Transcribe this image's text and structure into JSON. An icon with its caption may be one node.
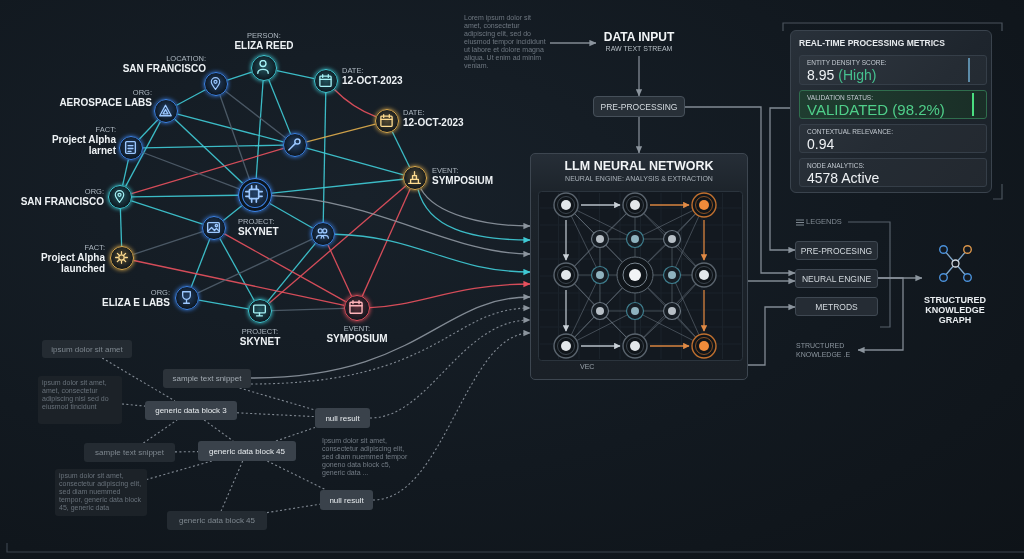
{
  "diagram": {
    "nodes": [
      {
        "text": [],
        "shape": "circle",
        "beside": [
          "PERSON:",
          "ELIZA REED"
        ]
      },
      {
        "text": [],
        "shape": "circle",
        "beside": [
          "LOCATION:",
          "SAN FRANCISCO"
        ]
      },
      {
        "text": [],
        "shape": "circle",
        "beside": [
          "DATE:",
          "12-OCT-2023"
        ]
      },
      {
        "text": [],
        "shape": "circle",
        "beside": [
          "ORG:",
          "AEROSPACE LABS"
        ]
      },
      {
        "text": [],
        "shape": "circle",
        "beside": [
          "DATE:",
          "12-OCT-2023"
        ]
      },
      {
        "text": [],
        "shape": "circle",
        "beside": [
          "FACT:",
          "Project Alpha larnet"
        ]
      },
      {
        "text": [],
        "shape": "circle"
      },
      {
        "text": [],
        "shape": "circle",
        "beside": [
          "EVENT:",
          "SYMPOSIUM"
        ]
      },
      {
        "text": [],
        "shape": "circle",
        "beside": [
          "PROJECT:",
          "SKYNET"
        ]
      },
      {
        "text": [],
        "shape": "circle",
        "beside": [
          "ORG:",
          "SAN FRANCISCO"
        ]
      },
      {
        "text": [],
        "shape": "circle"
      },
      {
        "text": [],
        "shape": "circle"
      },
      {
        "text": [],
        "shape": "circle",
        "beside": [
          "FACT:",
          "Project Alpha launched"
        ]
      },
      {
        "text": [],
        "shape": "circle",
        "beside": [
          "ORG:",
          "ELIZA E LABS"
        ]
      },
      {
        "text": [],
        "shape": "circle",
        "beside": [
          "PROJECT:",
          "SKYNET"
        ]
      },
      {
        "text": [],
        "shape": "circle",
        "beside": [
          "EVENT:",
          "SYMPOSIUM"
        ]
      },
      {
        "text": [
          "Lorem ipsum dolor sit amet, consectetur adipiscing elit, sed do eiusmod tempor incididunt ut labore et dolore magna aliqua. Ut enim ad minim veniam."
        ]
      },
      {
        "text": [
          "DATA INPUT",
          "RAW TEXT STREAM"
        ]
      },
      {
        "text": [
          "PRE-PROCESSING"
        ]
      },
      {
        "text": [
          "LLM NEURAL NETWORK",
          "NEURAL ENGINE: ANALYSIS & EXTRACTION"
        ]
      },
      {
        "text": [
          "REAL-TIME PROCESSING METRICS"
        ]
      },
      {
        "text": [
          "ENTITY DENSITY SCORE:",
          "8.95",
          "(High)"
        ],
        "in": 20
      },
      {
        "text": [
          "VALIDATION STATUS:",
          "VALIDATED (98.2%)"
        ],
        "in": 20
      },
      {
        "text": [
          "CONTEXTUAL RELEVANCE:",
          "0.94"
        ],
        "in": 20
      },
      {
        "text": [
          "NODE ANALYTICS:",
          "4578 Active"
        ],
        "in": 20
      },
      {
        "text": [
          "PRE-PROCESING"
        ]
      },
      {
        "text": [
          "NEURAL ENGINE"
        ]
      },
      {
        "text": [
          "METRODS"
        ]
      },
      {
        "text": [
          "STRUCTURED KNOWLEDGE GRAPH"
        ]
      },
      {
        "text": [
          "STRUCTURED KNOWLEDGE .E"
        ]
      },
      {
        "text": [
          "ipsum dolor sit amet"
        ]
      },
      {
        "text": [
          "sample text snippet"
        ]
      },
      {
        "text": [
          "ipsum dolor sit amet, amet, consectetur adipiscing nisi sed do eiusmod tincidunt"
        ]
      },
      {
        "text": [
          "generic data block 3"
        ]
      },
      {
        "text": [
          "null result"
        ]
      },
      {
        "text": [
          "sample text snippet"
        ]
      },
      {
        "text": [
          "generic data block 45"
        ]
      },
      {
        "text": [
          "ipsum dolor sit amet, consectetur adipiscing elit, sed diam nuemmed tempor, generic data block 45, generic data"
        ]
      },
      {
        "text": [
          "null result"
        ]
      },
      {
        "text": [
          "generic data block 45"
        ]
      }
    ],
    "edges": [
      {
        "from": 0,
        "to": 1,
        "arrow": "none",
        "color": "#3fc9d4"
      },
      {
        "from": 0,
        "to": 2,
        "arrow": "none",
        "color": "#3fc9d4"
      },
      {
        "from": 0,
        "to": 8,
        "arrow": "none",
        "color": "#3fc9d4"
      },
      {
        "from": 0,
        "to": 6,
        "arrow": "none",
        "color": "#3fc9d4"
      },
      {
        "from": 1,
        "to": 3,
        "arrow": "none",
        "color": "#3fc9d4"
      },
      {
        "from": 3,
        "to": 5,
        "arrow": "none",
        "color": "#3fc9d4"
      },
      {
        "from": 3,
        "to": 9,
        "arrow": "none",
        "color": "#3fc9d4"
      },
      {
        "from": 3,
        "to": 8,
        "arrow": "none",
        "color": "#3fc9d4"
      },
      {
        "from": 3,
        "to": 6,
        "arrow": "none",
        "color": "#3fc9d4"
      },
      {
        "from": 5,
        "to": 6,
        "arrow": "none",
        "color": "#3fc9d4"
      },
      {
        "from": 5,
        "to": 9,
        "arrow": "none",
        "color": "#3fc9d4"
      },
      {
        "from": 2,
        "to": 11,
        "arrow": "none",
        "color": "#3fc9d4"
      },
      {
        "from": 4,
        "to": 7,
        "arrow": "none",
        "color": "#3fc9d4"
      },
      {
        "from": 6,
        "to": 7,
        "arrow": "none",
        "color": "#3fc9d4"
      },
      {
        "from": 8,
        "to": 7,
        "arrow": "none",
        "color": "#3fc9d4"
      },
      {
        "from": 9,
        "to": 8,
        "arrow": "none",
        "color": "#3fc9d4"
      },
      {
        "from": 9,
        "to": 12,
        "arrow": "none",
        "color": "#3fc9d4"
      },
      {
        "from": 9,
        "to": 10,
        "arrow": "none",
        "color": "#3fc9d4"
      },
      {
        "from": 8,
        "to": 10,
        "arrow": "none",
        "color": "#3fc9d4"
      },
      {
        "from": 10,
        "to": 13,
        "arrow": "none",
        "color": "#3fc9d4"
      },
      {
        "from": 10,
        "to": 14,
        "arrow": "none",
        "color": "#3fc9d4"
      },
      {
        "from": 11,
        "to": 14,
        "arrow": "none",
        "color": "#3fc9d4"
      },
      {
        "from": 11,
        "to": 8,
        "arrow": "none",
        "color": "#3fc9d4"
      },
      {
        "from": 13,
        "to": 14,
        "arrow": "none",
        "color": "#3fc9d4"
      },
      {
        "from": 2,
        "to": 4,
        "arrow": "none",
        "color": "#e5505d"
      },
      {
        "from": 9,
        "to": 6,
        "arrow": "none",
        "color": "#e5505d"
      },
      {
        "from": 12,
        "to": 15,
        "arrow": "none",
        "color": "#e5505d"
      },
      {
        "from": 10,
        "to": 15,
        "arrow": "none",
        "color": "#e5505d"
      },
      {
        "from": 11,
        "to": 15,
        "arrow": "none",
        "color": "#e5505d"
      },
      {
        "from": 7,
        "to": 15,
        "arrow": "none",
        "color": "#e5505d"
      },
      {
        "from": 14,
        "to": 7,
        "arrow": "none",
        "color": "#e5505d"
      },
      {
        "from": 4,
        "to": 6,
        "arrow": "none",
        "color": "#dcaa4c"
      },
      {
        "from": 1,
        "to": 6,
        "arrow": "none",
        "color": "#4f5d6a"
      },
      {
        "from": 1,
        "to": 8,
        "arrow": "none",
        "color": "#4f5d6a"
      },
      {
        "from": 12,
        "to": 10,
        "arrow": "none",
        "color": "#4f5d6a"
      },
      {
        "from": 13,
        "to": 11,
        "arrow": "none",
        "color": "#4f5d6a"
      },
      {
        "from": 5,
        "to": 8,
        "arrow": "none",
        "color": "#4f5d6a"
      },
      {
        "from": 14,
        "to": 15,
        "arrow": "none",
        "color": "#4f5d6a"
      },
      {
        "from": 7,
        "to": 19,
        "arrow": "to"
      },
      {
        "from": 7,
        "to": 19,
        "arrow": "to",
        "color": "#3fc9d4"
      },
      {
        "from": 8,
        "to": 19,
        "arrow": "to"
      },
      {
        "from": 11,
        "to": 19,
        "arrow": "to",
        "color": "#3fc9d4"
      },
      {
        "from": 15,
        "to": 19,
        "arrow": "to",
        "color": "#e5505d"
      },
      {
        "from": 31,
        "to": 19,
        "arrow": "to"
      },
      {
        "from": 31,
        "to": 19,
        "arrow": "to",
        "style": "dashed"
      },
      {
        "from": 34,
        "to": 19,
        "arrow": "to",
        "style": "dashed"
      },
      {
        "from": 38,
        "to": 19,
        "arrow": "to",
        "style": "dashed"
      },
      {
        "from": 16,
        "to": 17,
        "arrow": "to"
      },
      {
        "from": 17,
        "to": 18,
        "arrow": "to"
      },
      {
        "from": 18,
        "to": 19,
        "arrow": "to"
      },
      {
        "from": 18,
        "to": 26,
        "arrow": "to"
      },
      {
        "from": 20,
        "to": 25,
        "arrow": "to"
      },
      {
        "from": 19,
        "to": 26,
        "arrow": "to"
      },
      {
        "from": 19,
        "to": 27,
        "arrow": "to"
      },
      {
        "from": 26,
        "to": 28,
        "arrow": "to"
      },
      {
        "from": 26,
        "to": 29,
        "arrow": "to"
      },
      {
        "from": 30,
        "to": 33,
        "arrow": "none",
        "style": "dashed"
      },
      {
        "from": 32,
        "to": 33,
        "arrow": "none",
        "style": "dashed"
      },
      {
        "from": 33,
        "to": 36,
        "arrow": "none",
        "style": "dashed"
      },
      {
        "from": 33,
        "to": 34,
        "arrow": "none",
        "style": "dashed"
      },
      {
        "from": 31,
        "to": 34,
        "arrow": "none",
        "style": "dashed"
      },
      {
        "from": 35,
        "to": 36,
        "arrow": "none",
        "style": "dashed"
      },
      {
        "from": 35,
        "to": 33,
        "arrow": "none",
        "style": "dashed"
      },
      {
        "from": 36,
        "to": 34,
        "arrow": "none",
        "style": "dashed"
      },
      {
        "from": 36,
        "to": 38,
        "arrow": "none",
        "style": "dashed"
      },
      {
        "from": 36,
        "to": 37,
        "arrow": "none",
        "style": "dashed"
      },
      {
        "from": 36,
        "to": 39,
        "arrow": "none",
        "style": "dashed"
      },
      {
        "from": 39,
        "to": 38,
        "arrow": "none",
        "style": "dashed"
      }
    ],
    "labels": [
      "LEGENDS",
      "VEC",
      "Ipsum dolor sit amet, consectetur adipiscing elit, sed diam nuemmed tempor goneno data block c5, generic data ..."
    ]
  }
}
